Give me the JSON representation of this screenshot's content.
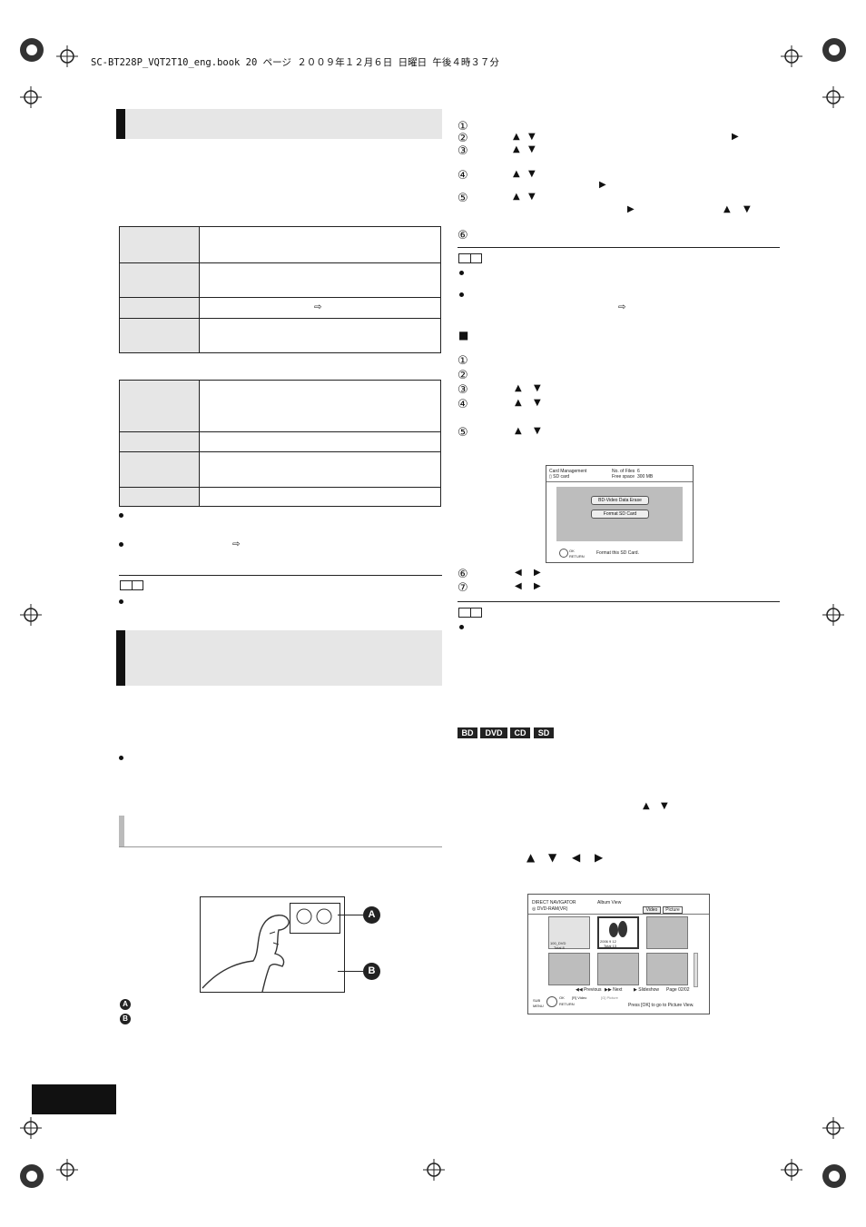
{
  "page": {
    "header_text": "SC-BT228P_VQT2T10_eng.book  20 ページ  ２００９年１２月６日  日曜日  午後４時３７分"
  },
  "colors": {
    "banner_gray": "#e6e6e6",
    "ink": "#111111",
    "screen_gray": "#bdbdbd"
  },
  "icons": {
    "up": "▲",
    "down": "▼",
    "left": "◀",
    "right": "▶",
    "ref_arrow": "⇨",
    "square": "■"
  },
  "left_steps_markers": {
    "a": "A",
    "b": "B"
  },
  "right_steps": {
    "s1": "①",
    "s2": "②",
    "s3": "③",
    "s4": "④",
    "s5": "⑤",
    "s6": "⑥"
  },
  "right_steps_b": {
    "s1": "①",
    "s2": "②",
    "s3": "③",
    "s4": "④",
    "s5": "⑤",
    "s6": "⑥",
    "s7": "⑦"
  },
  "disc_badges": [
    "BD",
    "DVD",
    "CD",
    "SD"
  ],
  "card_screen": {
    "title": "Card Management",
    "device": "SD card",
    "files_label": "No. of Files",
    "files_value": "6",
    "free_label": "Free space",
    "free_value": "300 MB",
    "button1": "BD-Video Data Erase",
    "button2": "Format SD Card",
    "hint_ok": "OK",
    "hint_return": "RETURN",
    "message": "Format this SD Card."
  },
  "album_screen": {
    "title": "DIRECT NAVIGATOR",
    "album_view": "Album View",
    "device": "DVD-RAM(VR)",
    "tab_video": "Video",
    "tab_picture": "Picture",
    "album1_name": "100_DVD",
    "album1_total": "Total 8",
    "album2_date": "2006  9  12",
    "album2_total": "Total 13",
    "nav_previous": "Previous",
    "nav_next": "Next",
    "nav_slideshow": "Slideshow",
    "nav_page": "Page  02/02",
    "sub_menu": "SUB MENU",
    "ok": "OK",
    "return": "RETURN",
    "key_video": "Video",
    "key_picture": "Picture",
    "message": "Press [OK] to go to Picture View."
  },
  "page_tab_label": ""
}
